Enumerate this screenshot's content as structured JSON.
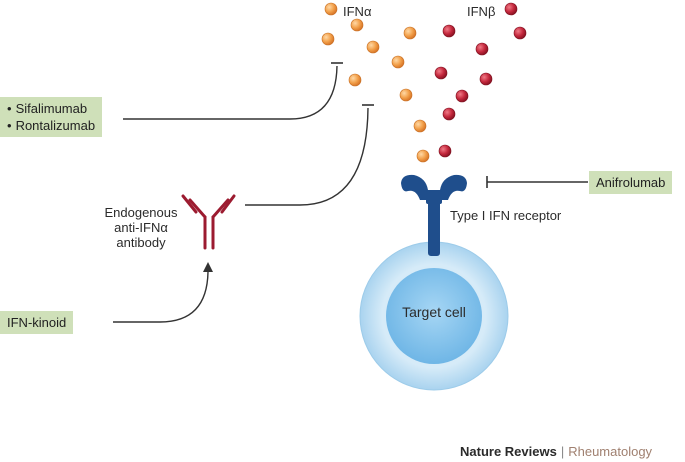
{
  "labels": {
    "ifn_alpha": "IFNα",
    "ifn_beta": "IFNβ",
    "receptor": "Type I IFN receptor",
    "target_cell": "Target cell",
    "antibody": [
      "Endogenous",
      "anti-IFNα",
      "antibody"
    ]
  },
  "drug_boxes": {
    "sifa_ronta": [
      "Sifalimumab",
      "Rontalizumab"
    ],
    "anifrolumab": "Anifrolumab",
    "kinoid": "IFN-kinoid"
  },
  "footer": {
    "journal": "Nature Reviews",
    "separator": "|",
    "section": "Rheumatology"
  },
  "colors": {
    "ifn_alpha_ball": "#f2a04a",
    "ifn_beta_ball": "#c4283d",
    "antibody": "#9c1b30",
    "receptor": "#1f4e8c",
    "cell_outer": "#cfe6f6",
    "cell_nucleus": "#7fc0ea",
    "box_fill": "#cfe0b9",
    "line": "#333333"
  }
}
